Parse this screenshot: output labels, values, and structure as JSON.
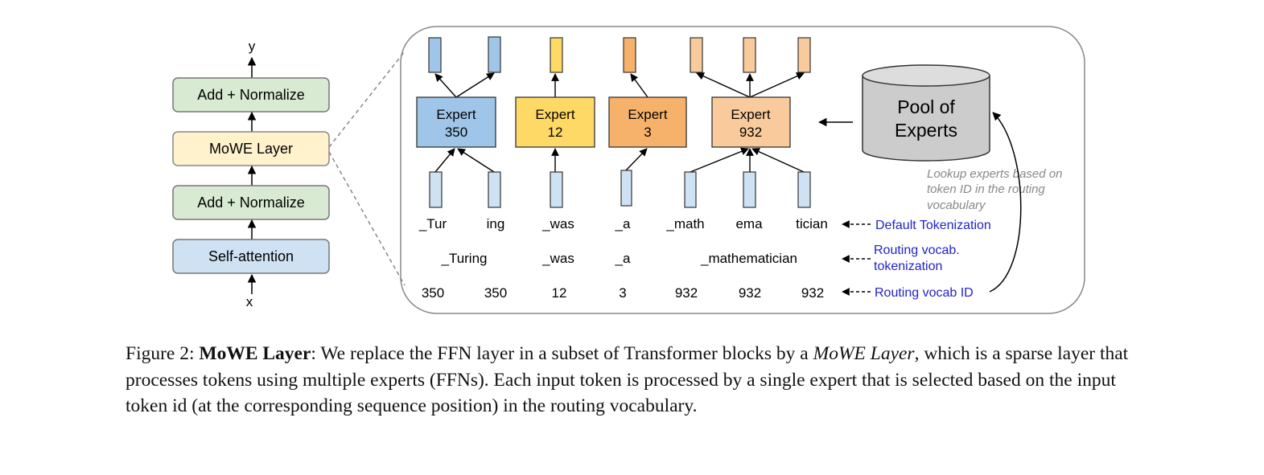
{
  "stack": {
    "output_label": "y",
    "input_label": "x",
    "layers": [
      "Add + Normalize",
      "MoWE Layer",
      "Add + Normalize",
      "Self-attention"
    ]
  },
  "experts": [
    {
      "word": "Expert",
      "id": "350"
    },
    {
      "word": "Expert",
      "id": "12"
    },
    {
      "word": "Expert",
      "id": "3"
    },
    {
      "word": "Expert",
      "id": "932"
    }
  ],
  "pool": {
    "line1": "Pool of",
    "line2": "Experts"
  },
  "lookup_note": [
    "Lookup experts based on",
    "token ID in the routing",
    "vocabulary"
  ],
  "default_tokens": [
    "_Tur",
    "ing",
    "_was",
    "_a",
    "_math",
    "ema",
    "tician"
  ],
  "routing_tokens": [
    "_Turing",
    "_was",
    "_a",
    "_mathematician"
  ],
  "routing_ids": [
    "350",
    "350",
    "12",
    "3",
    "932",
    "932",
    "932"
  ],
  "row_labels": {
    "default": "Default Tokenization",
    "routing_line1": "Routing vocab.",
    "routing_line2": "tokenization",
    "ids": "Routing vocab ID"
  },
  "caption": {
    "prefix": "Figure 2: ",
    "bold": "MoWE Layer",
    "part1": ": We replace the FFN layer in a subset of Transformer blocks by a ",
    "italic": "MoWE Layer",
    "part2": ", which is a sparse layer that processes tokens using multiple experts (FFNs). Each input token is processed by a single expert that is selected based on the input token id (at the corresponding sequence position) in the routing vocabulary."
  },
  "colors": {
    "add_norm_fill": "#d9ead3",
    "mowe_fill": "#fff2cc",
    "selfattn_fill": "#cfe2f3",
    "expert350": "#9fc5e8",
    "expert12": "#ffd966",
    "expert3": "#f6b26b",
    "expert932": "#f9cb9c",
    "token_fill": "#cfe2f3",
    "pool_fill": "#cccccc",
    "label_blue": "#2222cc"
  }
}
